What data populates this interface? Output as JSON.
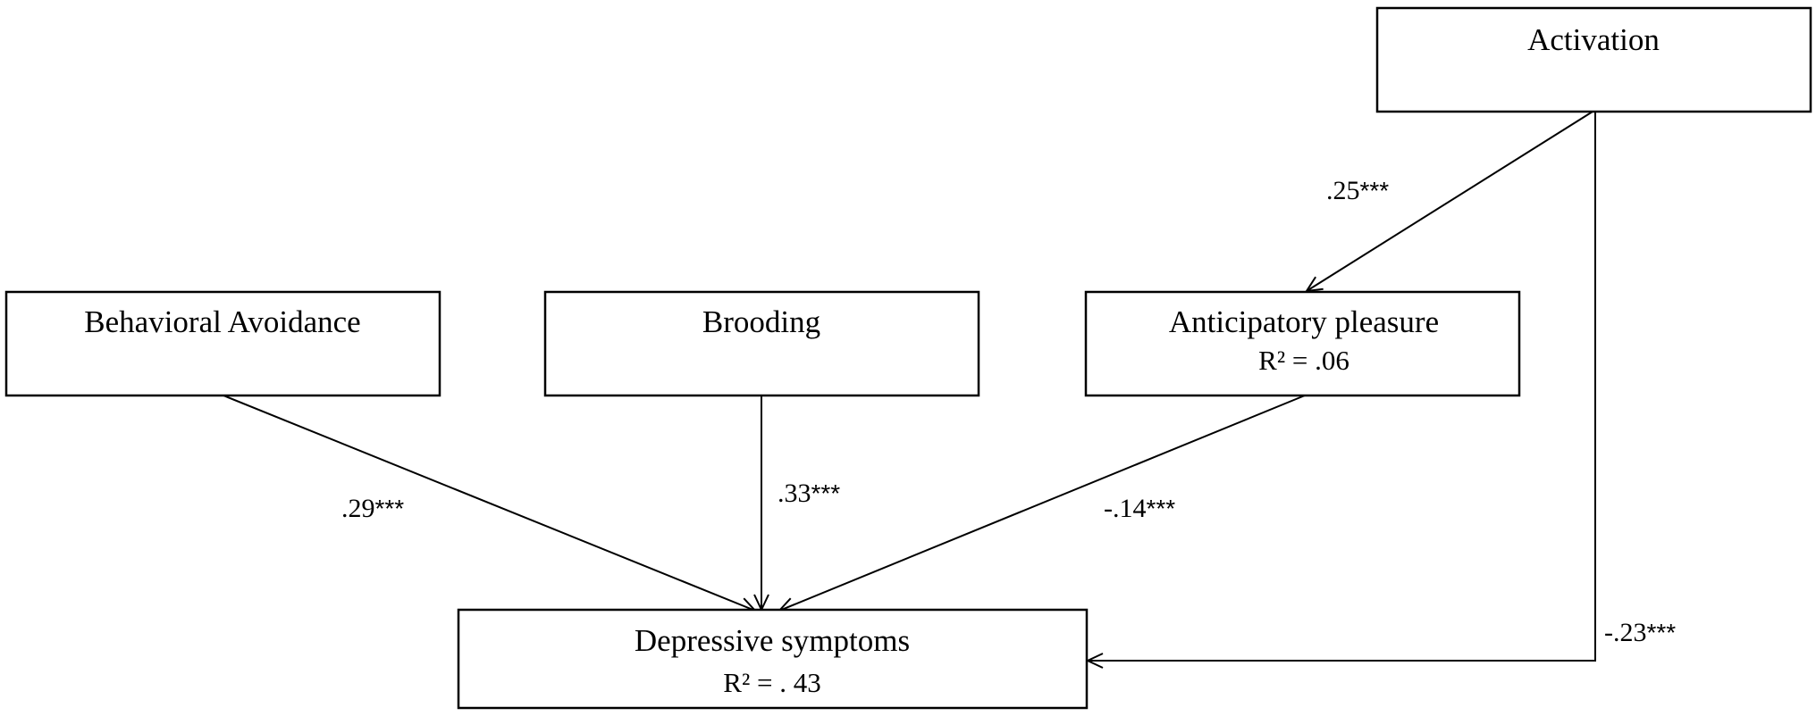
{
  "nodes": {
    "activation": {
      "title": "Activation"
    },
    "behavioral_avoidance": {
      "title": "Behavioral Avoidance"
    },
    "brooding": {
      "title": "Brooding"
    },
    "anticipatory_pleasure": {
      "title": "Anticipatory pleasure",
      "r2": "R² = .06"
    },
    "depressive_symptoms": {
      "title": "Depressive symptoms",
      "r2": "R² = . 43"
    }
  },
  "edges": {
    "activation_to_anticipatory": {
      "from": "Activation",
      "to": "Anticipatory pleasure",
      "coef": ".25",
      "stars": "***"
    },
    "avoidance_to_depressive": {
      "from": "Behavioral Avoidance",
      "to": "Depressive symptoms",
      "coef": ".29",
      "stars": "***"
    },
    "brooding_to_depressive": {
      "from": "Brooding",
      "to": "Depressive symptoms",
      "coef": ".33",
      "stars": "***"
    },
    "anticipatory_to_depressive": {
      "from": "Anticipatory pleasure",
      "to": "Depressive symptoms",
      "coef": "-.14",
      "stars": "***"
    },
    "activation_to_depressive": {
      "from": "Activation",
      "to": "Depressive symptoms",
      "coef": "-.23",
      "stars": "***"
    }
  },
  "colors": {
    "line": "#000000",
    "background": "#ffffff"
  }
}
